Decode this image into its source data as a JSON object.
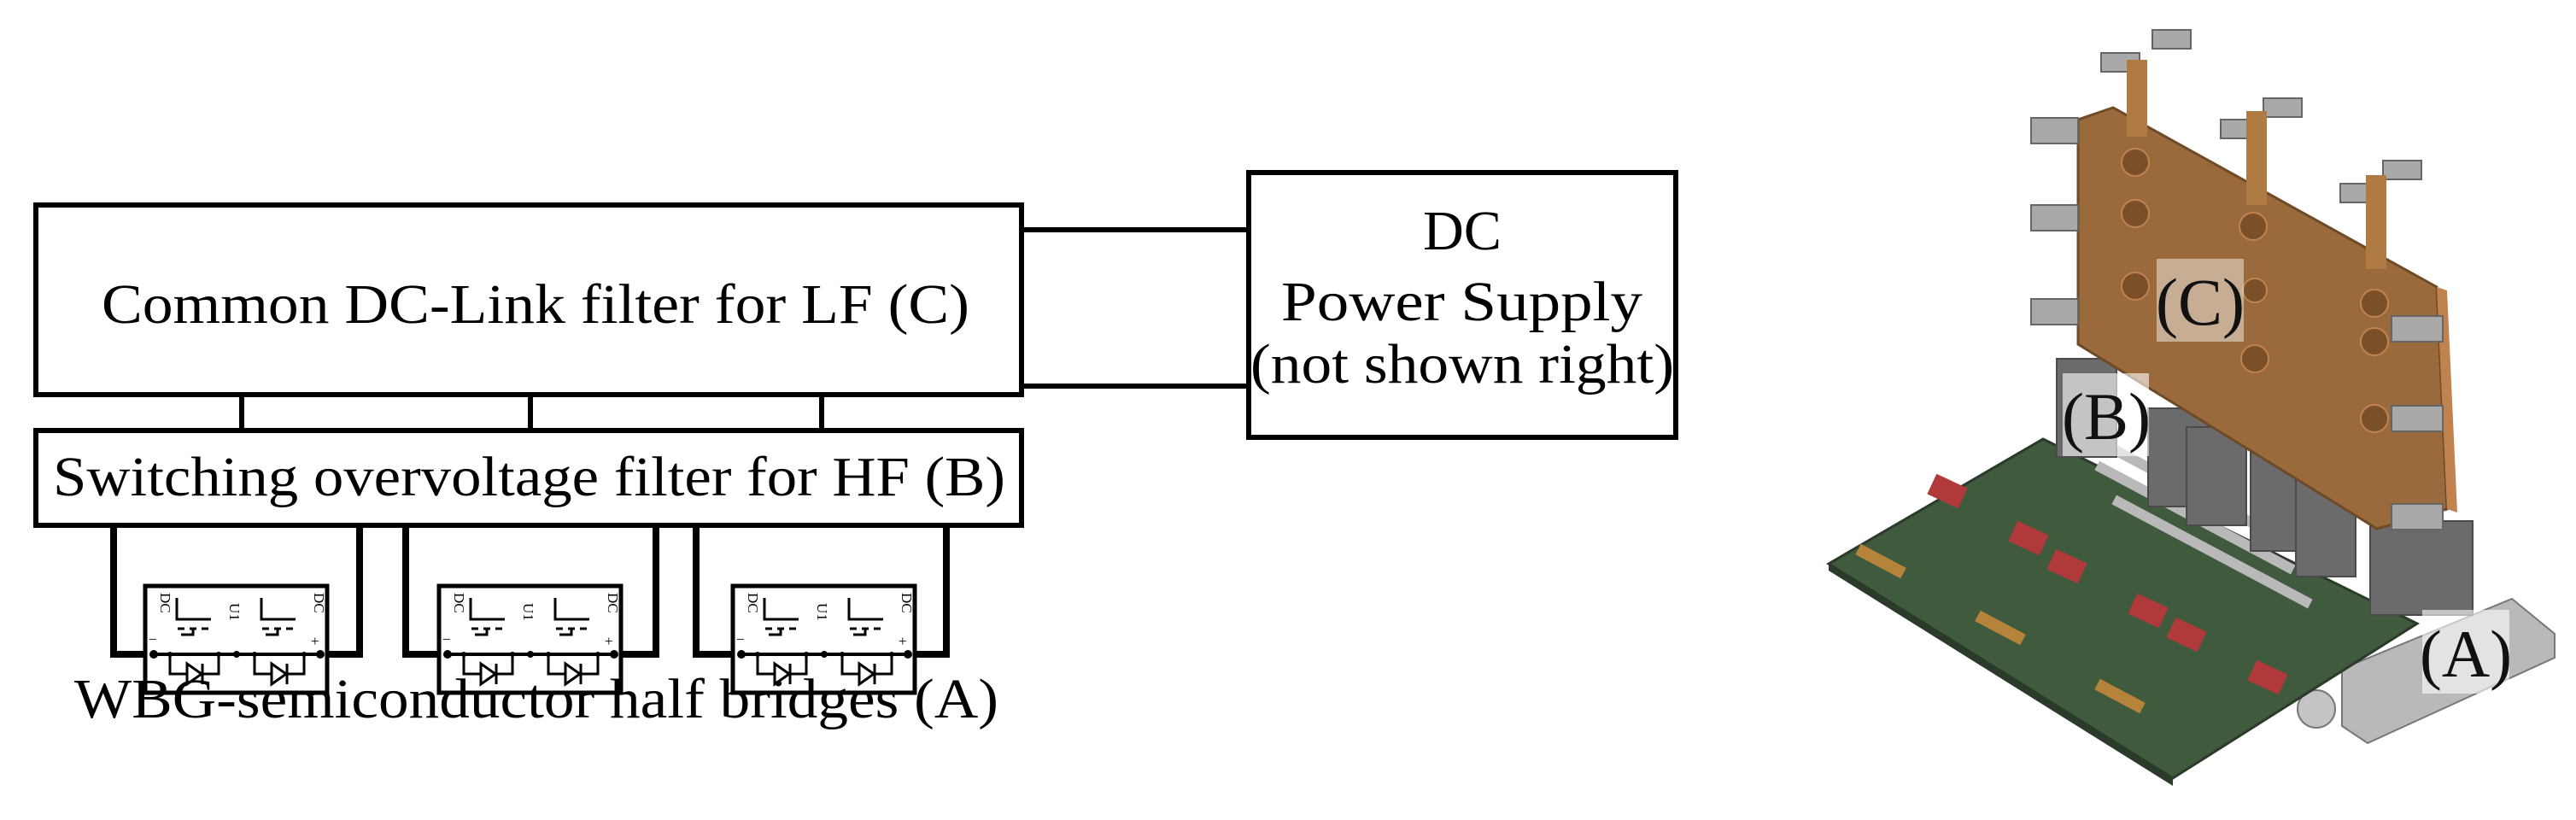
{
  "diagram": {
    "dc_link_filter": "Common DC-Link filter for LF (C)",
    "overvoltage_filter": "Switching overvoltage filter for HF (B)",
    "power_supply": {
      "line1": "DC",
      "line2": "Power Supply",
      "line3": "(not shown right)"
    },
    "half_bridges_label": "WBG-semiconductor half bridges (A)",
    "half_bridge_symbol": {
      "dc": "DC",
      "minus": "−",
      "plus": "+",
      "output": "U1"
    }
  },
  "photo": {
    "label_c": "(C)",
    "label_b": "(B)",
    "label_a": "(A)",
    "colors": {
      "copper": "#9a6a3c",
      "pcb": "#3f5a3c",
      "capacitor": "#6b6b6b",
      "heatsink": "#b9b9b9"
    }
  }
}
